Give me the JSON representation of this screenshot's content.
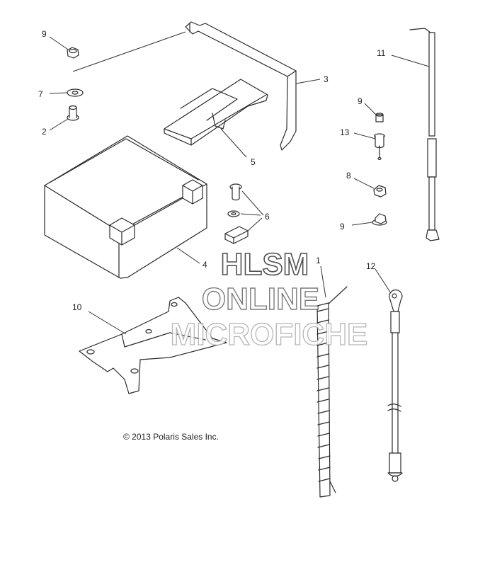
{
  "callouts": {
    "c1": "1",
    "c2": "2",
    "c3": "3",
    "c4": "4",
    "c5": "5",
    "c6": "6",
    "c7": "7",
    "c8": "8",
    "c9a": "9",
    "c9b": "9",
    "c9c": "9",
    "c10": "10",
    "c11": "11",
    "c12": "12",
    "c13": "13"
  },
  "copyright": "© 2013 Polaris Sales Inc.",
  "watermark": {
    "line1": "HLSM",
    "line2": "ONLINE",
    "line3": "MICROFICHE"
  },
  "colors": {
    "ink": "#2a2a2a",
    "watermark": "#9a9a9a"
  }
}
